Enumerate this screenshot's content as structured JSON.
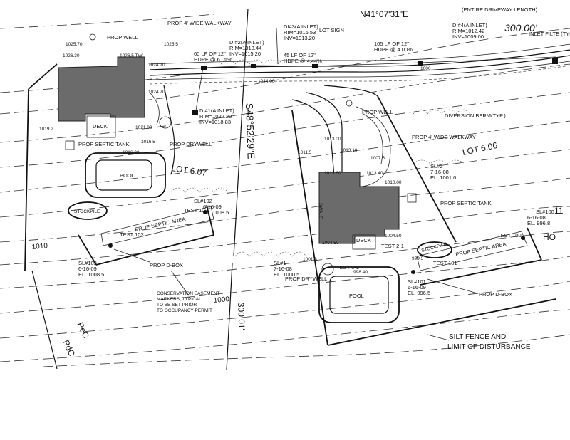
{
  "bearings": {
    "north": "N41°07'31\"E",
    "front": "300.00'",
    "side": "S48°52'29\"E",
    "side_dist": "300.01'"
  },
  "lots": {
    "lot_607": "LOT 6.07",
    "lot_606": "LOT 6.06"
  },
  "soils": {
    "pdc": "PdC",
    "pec": "PeC"
  },
  "contours": {
    "c1010": "1010",
    "c1000": "1000"
  },
  "labels": {
    "prop_well": "PROP WELL",
    "prop_walkway": "PROP 4' WIDE WALKWAY",
    "driveway_length": "(ENTIRE DRIVEWAY LENGTH)",
    "lot_sign": "LOT SIGN",
    "di3_a": "DI#3(A INLET)",
    "di3_b": "RIM=1016.53",
    "di3_c": "INV=1013.20",
    "di4_a": "DI#4(A INLET)",
    "di4_b": "RIM=1012.42",
    "di4_c": "INV=1009.00",
    "di2_a": "DI#2(A INLET)",
    "di2_b": "RIM=1018.44",
    "di2_c": "INV=1015.20",
    "di1_a": "DI#1(A INLET)",
    "di1_b": "RIM=1022.20",
    "di1_c": "INV=1018.83",
    "pipe1_a": "60 LF OF 12\"",
    "pipe1_b": "HDPE @ 6.05%",
    "pipe2_a": "45 LF OF 12\"",
    "pipe2_b": "HDPE @ 4.44%",
    "pipe3_a": "105 LF OF 12\"",
    "pipe3_b": "HDPE @ 4.00%",
    "inlet_filter": "INLET FILTE (TYP.)",
    "deck": "DECK",
    "septic_tank": "PROP SEPTIC TANK",
    "drywell": "PROP DRYWELL",
    "pool": "POOL",
    "stockpile": "STOCKPILE",
    "septic_area": "PROP SEPTIC AREA",
    "test_102": "TEST 102",
    "test_103": "TEST 103",
    "test_100": "TEST 100",
    "test_101": "TEST 101",
    "test_1": "TEST 1-1",
    "test_2": "TEST 2-1",
    "dbox": "PROP D-BOX",
    "sl102_a": "SL#102",
    "sl102_b": "6-16-09",
    "sl102_c": "EL. 1008.5",
    "sl103_a": "SL#103",
    "sl103_b": "6-16-09",
    "sl103_c": "EL. 1008.5",
    "sl2_a": "SL#2",
    "sl2_b": "7-16-08",
    "sl2_c": "EL. 1001.0",
    "sl1_a": "SL#1",
    "sl1_b": "7-16-08",
    "sl1_c": "EL. 1000.5",
    "sl100_a": "SL#100",
    "sl100_b": "6-16-08",
    "sl100_c": "EL. 996.8",
    "sl101_a": "SL#101",
    "sl101_b": "6-16-09",
    "sl101_c": "EL. 996.5",
    "diversion": "DIVERSION BERM(TYP.)",
    "conservation": "CONSERVATION EASEMENT MARKERS, TYPICAL TO BE SET PRIOR TO OCCUPANCY PERMIT",
    "silt_fence": "SILT FENCE AND LIMIT OF DISTURBANCE",
    "swale": "SWALE",
    "ho": "HO",
    "eleven": "11"
  },
  "elevations": {
    "e1025_70": "1025.70",
    "e1025_5": "1025.5",
    "e1026_30": "1026.30",
    "e1026_5": "1026.5 TW",
    "e1024_70a": "1024.70",
    "e1024_70b": "1024.70",
    "e1021": "1021.00",
    "e1019_2": "1019.2",
    "e1016_5": "1016.5",
    "e1016_20": "1016.20",
    "e1013": "1013.00",
    "e1013_10": "1013.10",
    "e1011_5": "1011.5",
    "e1007_5": "1007.5",
    "e1013_60": "1013.60",
    "e1013_40": "1013.40",
    "e1010": "1010.00",
    "e1004_50a": "1004.50",
    "e1004_50b": "1004.50",
    "e1001_3": "1001.3",
    "e998_40": "998.40",
    "e999_5": "999.5",
    "e1044": "1044.00",
    "e1000b": "1000"
  }
}
